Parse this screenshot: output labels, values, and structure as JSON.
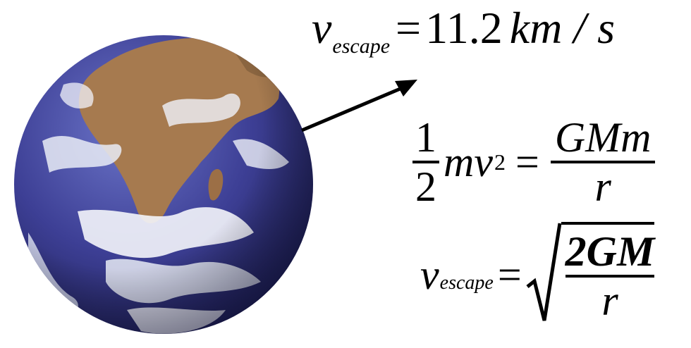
{
  "equations": {
    "escape_velocity_value": {
      "symbol": "v",
      "subscript": "escape",
      "equals": "=",
      "value": "11.2",
      "unit": "km / s"
    },
    "energy_balance": {
      "half_numerator": "1",
      "half_denominator": "2",
      "term": "mv",
      "power": "2",
      "equals": "=",
      "rhs_numerator": "GMm",
      "rhs_denominator": "r"
    },
    "escape_velocity_formula": {
      "symbol": "v",
      "subscript": "escape",
      "equals": "=",
      "root_numerator": "2GM",
      "root_denominator": "r"
    }
  },
  "colors": {
    "ocean": "#3a3f8f",
    "land": "#a67a4f",
    "cloud": "#ffffff",
    "text": "#000000"
  }
}
